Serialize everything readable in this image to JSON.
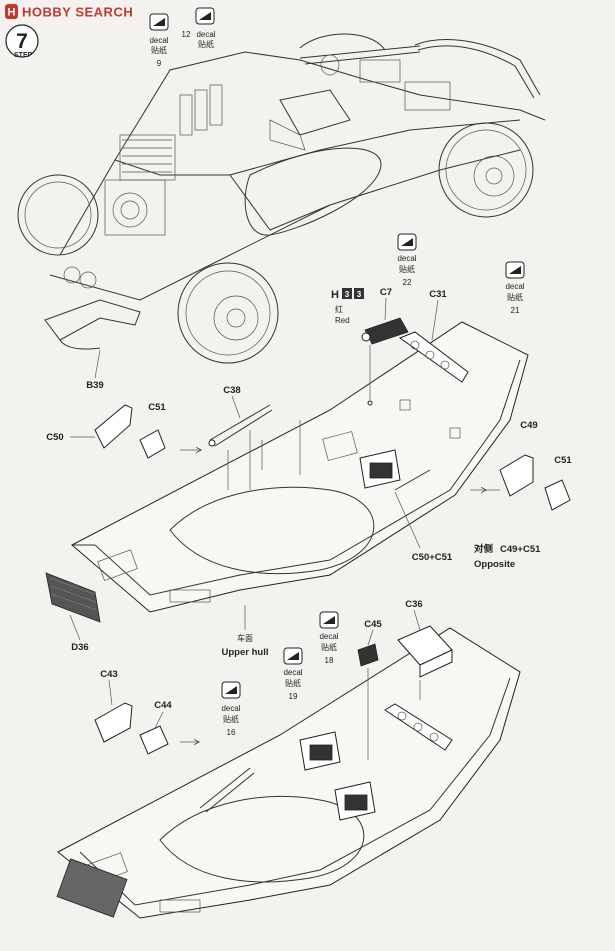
{
  "watermark": {
    "logo": "H",
    "text": "HOBBY SEARCH"
  },
  "step": {
    "number": "7",
    "label": "STEP"
  },
  "decal_label": "decal",
  "decal_cn": "贴纸",
  "decals": [
    {
      "number": "9"
    },
    {
      "number": "22"
    },
    {
      "number": "21"
    },
    {
      "number": "18"
    },
    {
      "number": "19"
    },
    {
      "number": "16"
    }
  ],
  "callouts": {
    "c12": "12",
    "b39": "B39",
    "c38": "C38",
    "c51a": "C51",
    "c50": "C50",
    "c7": "C7",
    "c31": "C31",
    "c49": "C49",
    "c51b": "C51",
    "c50c51": "C50+C51",
    "d36": "D36",
    "c36": "C36",
    "c45": "C45",
    "c43": "C43",
    "c44": "C44"
  },
  "color_h": {
    "letter": "H",
    "codes": [
      "3",
      "3"
    ],
    "cn": "红",
    "en": "Red"
  },
  "opposite": {
    "cn": "对侧",
    "parts": "C49+C51",
    "en": "Opposite"
  },
  "upper_hull": {
    "cn": "车面",
    "en": "Upper hull"
  }
}
